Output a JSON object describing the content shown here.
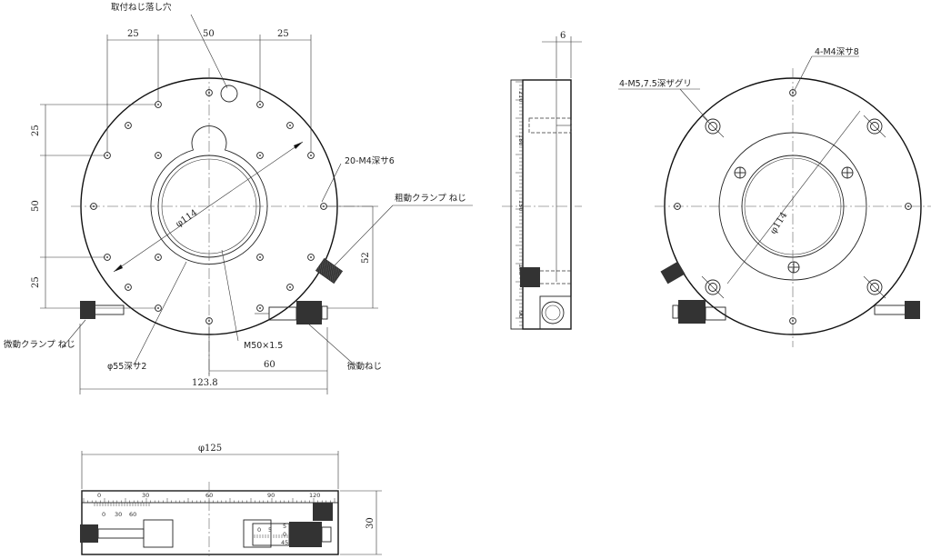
{
  "top_view": {
    "dim_25_left": "25",
    "dim_50_top": "50",
    "dim_25_right": "25",
    "dim_25_v_top": "25",
    "dim_50_v": "50",
    "dim_25_v_bottom": "25",
    "dim_52": "52",
    "dia_114": "φ114",
    "note_mount_hole": "取付ねじ落し穴",
    "note_20_m4": "20-M4深サ6",
    "note_coarse_clamp": "粗動クランプ ねじ",
    "note_fine_clamp": "微動クランプ ねじ",
    "note_m50": "M50×1.5",
    "note_phi55": "φ55深サ2",
    "note_fine_screw": "微動ねじ",
    "dim_60": "60",
    "dim_123_8": "123.8"
  },
  "side_view": {
    "dim_6": "6",
    "scale_labels": [
      "210",
      "180",
      "150",
      "120",
      "90"
    ]
  },
  "bottom_view": {
    "note_4_m4": "4-M4深サ8",
    "note_4_m5": "4-M5,7.5深ザグリ",
    "dia_114": "φ114"
  },
  "front_view": {
    "dia_125": "φ125",
    "dim_30": "30",
    "scale_labels": [
      "0",
      "30",
      "60",
      "90",
      "120"
    ],
    "sub_scale_labels": [
      "0",
      "30",
      "60"
    ],
    "micrometer_labels": [
      "5",
      "0",
      "45"
    ],
    "micrometer_ticks": [
      "0",
      "5"
    ]
  }
}
